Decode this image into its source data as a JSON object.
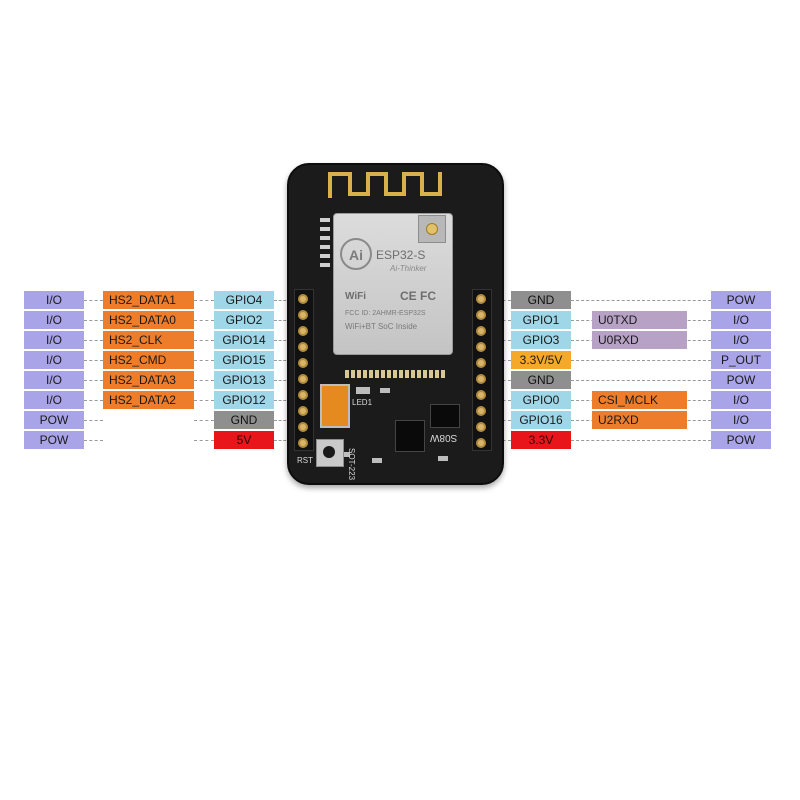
{
  "board": {
    "module_title": "ESP32-S",
    "module_brand": "Ai-Thinker",
    "logo_text": "Ai",
    "wifi_mark": "WiFi",
    "cert_marks": "CE FC",
    "fcc_id": "FCC ID: 2AHMR-ESP32S",
    "soc_line": "WiFi+BT SoC Inside",
    "silk_led": "LED1",
    "silk_rst": "RST",
    "silk_sot": "SOT-223",
    "silk_s08w": "S08W"
  },
  "colors": {
    "type": "#a9a4e8",
    "function": "#ee7d2b",
    "gpio": "#9fd6e8",
    "ground": "#8f8f8f",
    "power_5v": "#e8161b",
    "power_3v3": "#f4a92b",
    "uart": "#b7a2c6"
  },
  "left_pins": [
    {
      "type": "I/O",
      "function": "HS2_DATA1",
      "pin": "GPIO4"
    },
    {
      "type": "I/O",
      "function": "HS2_DATA0",
      "pin": "GPIO2"
    },
    {
      "type": "I/O",
      "function": "HS2_CLK",
      "pin": "GPIO14"
    },
    {
      "type": "I/O",
      "function": "HS2_CMD",
      "pin": "GPIO15"
    },
    {
      "type": "I/O",
      "function": "HS2_DATA3",
      "pin": "GPIO13"
    },
    {
      "type": "I/O",
      "function": "HS2_DATA2",
      "pin": "GPIO12"
    },
    {
      "type": "POW",
      "function": "",
      "pin": "GND"
    },
    {
      "type": "POW",
      "function": "",
      "pin": "5V"
    }
  ],
  "right_pins": [
    {
      "pin": "GND",
      "function": "",
      "type": "POW"
    },
    {
      "pin": "GPIO1",
      "function": "U0TXD",
      "type": "I/O"
    },
    {
      "pin": "GPIO3",
      "function": "U0RXD",
      "type": "I/O"
    },
    {
      "pin": "3.3V/5V",
      "function": "",
      "type": "P_OUT"
    },
    {
      "pin": "GND",
      "function": "",
      "type": "POW"
    },
    {
      "pin": "GPIO0",
      "function": "CSI_MCLK",
      "type": "I/O"
    },
    {
      "pin": "GPIO16",
      "function": "U2RXD",
      "type": "I/O"
    },
    {
      "pin": "3.3V",
      "function": "",
      "type": "POW"
    }
  ]
}
